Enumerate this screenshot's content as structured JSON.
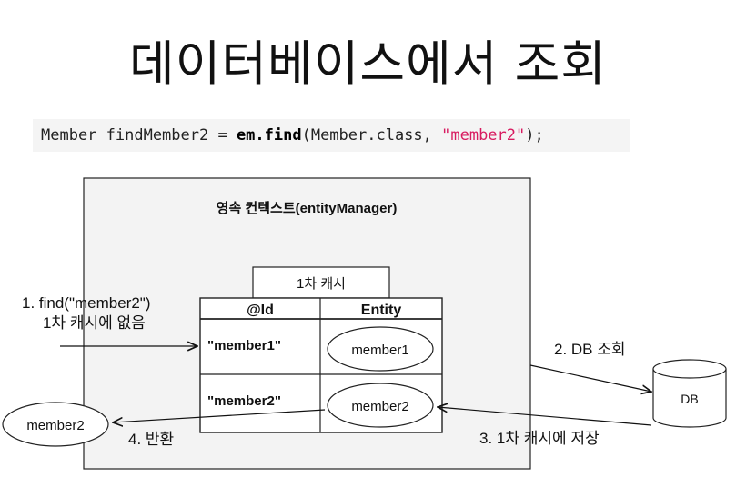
{
  "title": "데이터베이스에서 조회",
  "code": {
    "prefix": "Member findMember2 = ",
    "call": "em.find",
    "open": "(Member.class, ",
    "arg": "\"member2\"",
    "close": ");"
  },
  "diagram": {
    "context_label": "영속 컨텍스트(entityManager)",
    "cache_label": "1차 캐시",
    "col_id": "@Id",
    "col_entity": "Entity",
    "rows": [
      {
        "id": "\"member1\"",
        "entity": "member1"
      },
      {
        "id": "\"member2\"",
        "entity": "member2"
      }
    ],
    "step1_line1": "1. find(\"member2\")",
    "step1_line2": "1차 캐시에 없음",
    "step2": "2. DB 조회",
    "step3": "3. 1차 캐시에 저장",
    "step4": "4. 반환",
    "db_label": "DB",
    "returned": "member2"
  }
}
